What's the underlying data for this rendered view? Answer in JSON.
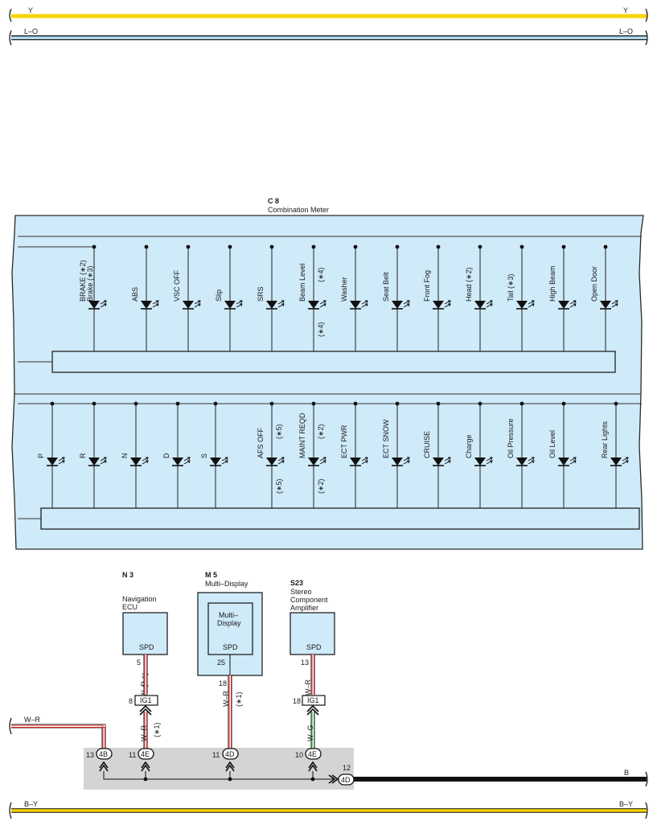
{
  "wires_top": {
    "y_label": "Y",
    "lo_label": "L–O"
  },
  "meter": {
    "code": "C 8",
    "title": "Combination Meter",
    "upper_lamps": [
      {
        "label": "BRAKE (∗2)",
        "label2": "Brake (∗3)"
      },
      {
        "label": "ABS"
      },
      {
        "label": "VSC OFF"
      },
      {
        "label": "Slip"
      },
      {
        "label": "SRS"
      },
      {
        "label": "Beam Level",
        "note_top": "(∗4)",
        "note_bottom": "(∗4)"
      },
      {
        "label": "Washer"
      },
      {
        "label": "Seat Belt"
      },
      {
        "label": "Front Fog"
      },
      {
        "label": "Head (∗2)"
      },
      {
        "label": "Tail (∗3)"
      },
      {
        "label": "High Beam"
      },
      {
        "label": "Open Door"
      }
    ],
    "lower_lamps": [
      {
        "label": "P"
      },
      {
        "label": "R"
      },
      {
        "label": "N"
      },
      {
        "label": "D"
      },
      {
        "label": "S"
      },
      {
        "label": "AFS OFF",
        "note_top": "(∗5)",
        "note_bottom": "(∗5)"
      },
      {
        "label": "MAINT REQD",
        "note_top": "(∗2)",
        "note_bottom": "(∗2)"
      },
      {
        "label": "ECT PWR"
      },
      {
        "label": "ECT SNOW"
      },
      {
        "label": "CRUISE"
      },
      {
        "label": "Charge"
      },
      {
        "label": "Oil Pressure"
      },
      {
        "label": "Oil Level"
      },
      {
        "label": "Rear Lights"
      }
    ]
  },
  "components": {
    "nav": {
      "code": "N 3",
      "name1": "Navigation",
      "name2": "ECU",
      "terminal": "SPD",
      "pin": "5",
      "wire": "W–R",
      "note": "(∗1)"
    },
    "display": {
      "code": "M 5",
      "name1": "Multi–Display",
      "inner1": "Multi–",
      "inner2": "Display",
      "terminal": "SPD",
      "pin": "25",
      "pin2": "18",
      "wire": "W–R",
      "note": "(∗1)"
    },
    "stereo": {
      "code": "S23",
      "name1": "Stereo",
      "name2": "Component",
      "name3": "Amplifier",
      "terminal": "SPD",
      "pin": "13",
      "wire": "W–R"
    }
  },
  "connectors": {
    "ig1_nav": {
      "pin": "8",
      "label": "IG1",
      "wire_below": "W–R",
      "note": "(∗1)"
    },
    "ig1_stereo": {
      "pin": "18",
      "label": "IG1",
      "wire_below": "W–G"
    },
    "junctions": [
      {
        "pin": "13",
        "label": "4B"
      },
      {
        "pin": "11",
        "label": "4E"
      },
      {
        "pin": "11",
        "label": "4D"
      },
      {
        "pin": "10",
        "label": "4E"
      },
      {
        "pin": "12",
        "label": "4D"
      }
    ]
  },
  "wires_bottom": {
    "wr_label": "W–R",
    "b_label": "B",
    "by_label": "B–Y"
  },
  "colors": {
    "yellow": "#f6d400",
    "blue_light": "#9fd6ee",
    "panel_fill": "#cfeaf8",
    "panel_border": "#2a2a2a",
    "red": "#d8262b",
    "green": "#2a9a3a",
    "grey_box": "#d4d4d4",
    "black": "#111111"
  }
}
